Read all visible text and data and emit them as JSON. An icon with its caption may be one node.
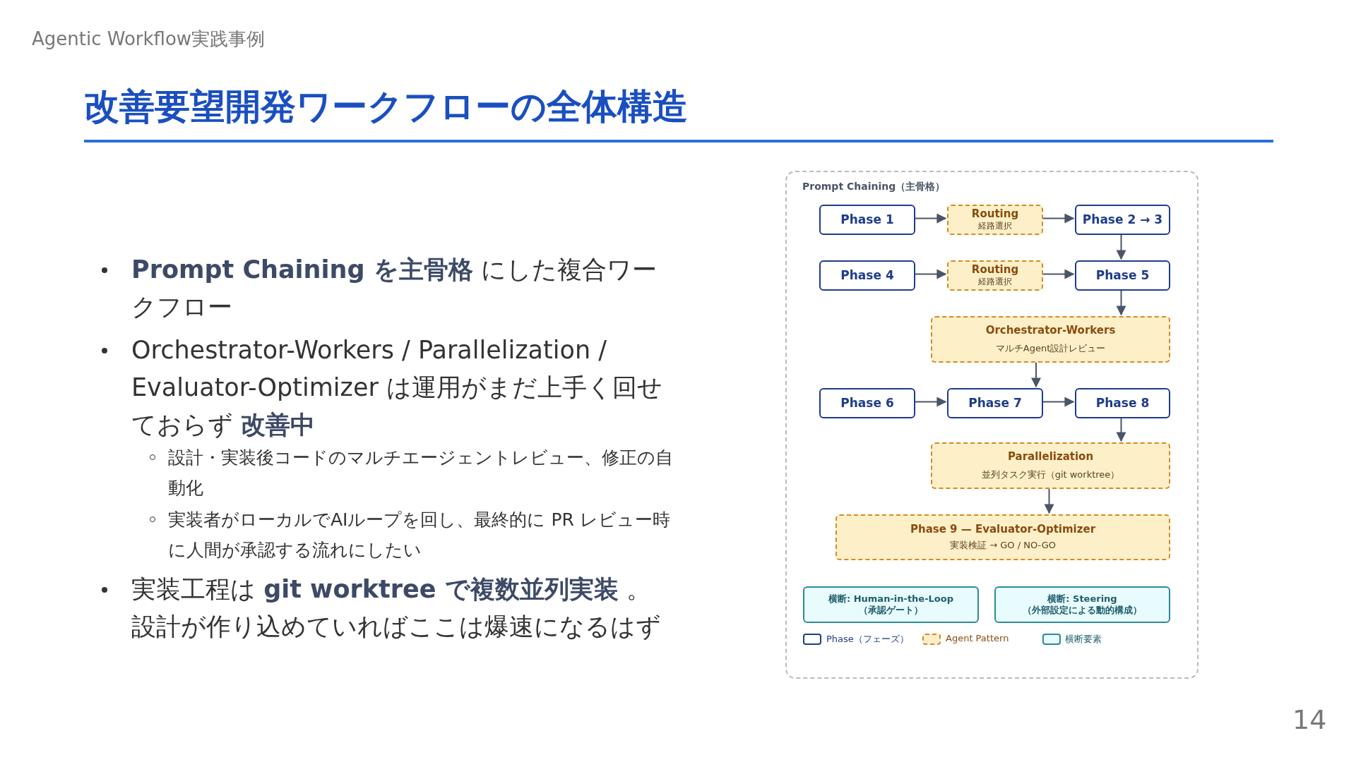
{
  "diagram": {
    "title": "改善要望開発ワークフローの全体構造",
    "nodes": [
      {
        "text": [
          "Prompt Chaining（主骨格）"
        ]
      },
      {
        "text": [
          "Phase 1"
        ],
        "in": 0
      },
      {
        "text": [
          "Routing",
          "経路選択"
        ],
        "in": 0
      },
      {
        "text": [
          "Phase 2 → 3"
        ],
        "in": 0
      },
      {
        "text": [
          "Phase 4"
        ],
        "in": 0
      },
      {
        "text": [
          "Routing",
          "経路選択"
        ],
        "in": 0
      },
      {
        "text": [
          "Phase 5"
        ],
        "in": 0
      },
      {
        "text": [
          "Orchestrator-Workers",
          "マルチAgent設計レビュー"
        ],
        "in": 0
      },
      {
        "text": [
          "Phase 6"
        ],
        "in": 0
      },
      {
        "text": [
          "Phase 7"
        ],
        "in": 0
      },
      {
        "text": [
          "Phase 8"
        ],
        "in": 0
      },
      {
        "text": [
          "Parallelization",
          "並列タスク実行（git worktree）"
        ],
        "in": 0
      },
      {
        "text": [
          "Phase 9 — Evaluator-Optimizer",
          "実装検証 → GO / NO-GO"
        ],
        "in": 0
      },
      {
        "text": [
          "横断: Human-in-the-Loop",
          "（承認ゲート）"
        ],
        "in": 0
      },
      {
        "text": [
          "横断: Steering",
          "（外部設定による動的構成）"
        ],
        "in": 0
      }
    ],
    "edges": [
      {
        "from": 1,
        "to": 2,
        "arrow": "to"
      },
      {
        "from": 2,
        "to": 3,
        "arrow": "to"
      },
      {
        "from": 3,
        "to": 6,
        "arrow": "to"
      },
      {
        "from": 4,
        "to": 5,
        "arrow": "to"
      },
      {
        "from": 5,
        "to": 6,
        "arrow": "to"
      },
      {
        "from": 6,
        "to": 7,
        "arrow": "to"
      },
      {
        "from": 7,
        "to": 9,
        "arrow": "to"
      },
      {
        "from": 8,
        "to": 9,
        "arrow": "to"
      },
      {
        "from": 9,
        "to": 10,
        "arrow": "to"
      },
      {
        "from": 10,
        "to": 11,
        "arrow": "to"
      },
      {
        "from": 11,
        "to": 12,
        "arrow": "to"
      }
    ],
    "labels": [
      "Agentic Workflow実践事例",
      "**Prompt Chaining を主骨格** にした複合ワークフロー",
      "Orchestrator-Workers / Parallelization / Evaluator-Optimizer は運用がまだ上手く回せておらず **改善中**",
      "設計・実装後コードのマルチエージェントレビュー、修正の自動化",
      "実装者がローカルでAIループを回し、最終的に PR レビュー時に人間が承認する流れにしたい",
      "実装工程は **git worktree で複数並列実装** 。設計が作り込めていればここは爆速になるはず",
      "14"
    ],
    "legend": [
      {
        "text": "Phase（フェーズ）"
      },
      {
        "text": "Agent Pattern"
      },
      {
        "text": "横断要素"
      }
    ]
  }
}
